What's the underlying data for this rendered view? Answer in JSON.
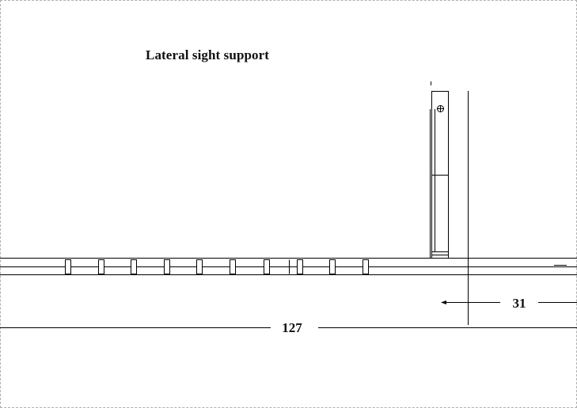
{
  "drawing": {
    "title": "Lateral sight support",
    "dimensions": {
      "overall_length": "127",
      "offset_length": "31"
    },
    "colors": {
      "line": "#000000",
      "sheet_border": "#b0b0b0",
      "background": "#ffffff"
    },
    "icons": {
      "center_mark": "crosshair-circle-icon"
    }
  }
}
